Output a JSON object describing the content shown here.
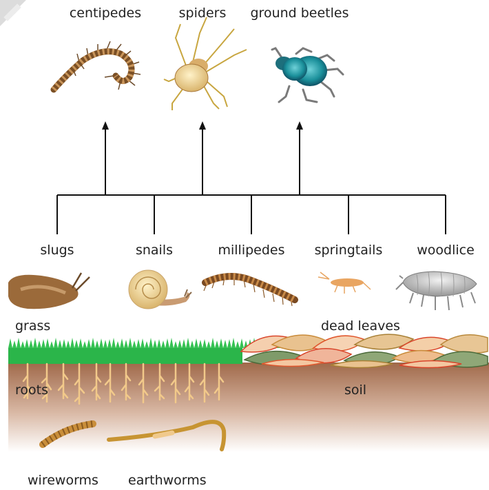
{
  "predators": {
    "centipedes": "centipedes",
    "spiders": "spiders",
    "ground_beetles": "ground beetles"
  },
  "prey": {
    "slugs": "slugs",
    "snails": "snails",
    "millipedes": "millipedes",
    "springtails": "springtails",
    "woodlice": "woodlice"
  },
  "habitat": {
    "grass": "grass",
    "dead_leaves": "dead leaves",
    "roots": "roots",
    "soil": "soil"
  },
  "underground": {
    "wireworms": "wireworms",
    "earthworms": "earthworms"
  },
  "colors": {
    "grass": "#2bb54a",
    "soil_top": "#a0694a",
    "soil_bottom": "#ffffff",
    "roots": "#f2c98a",
    "arrows": "#111111"
  }
}
